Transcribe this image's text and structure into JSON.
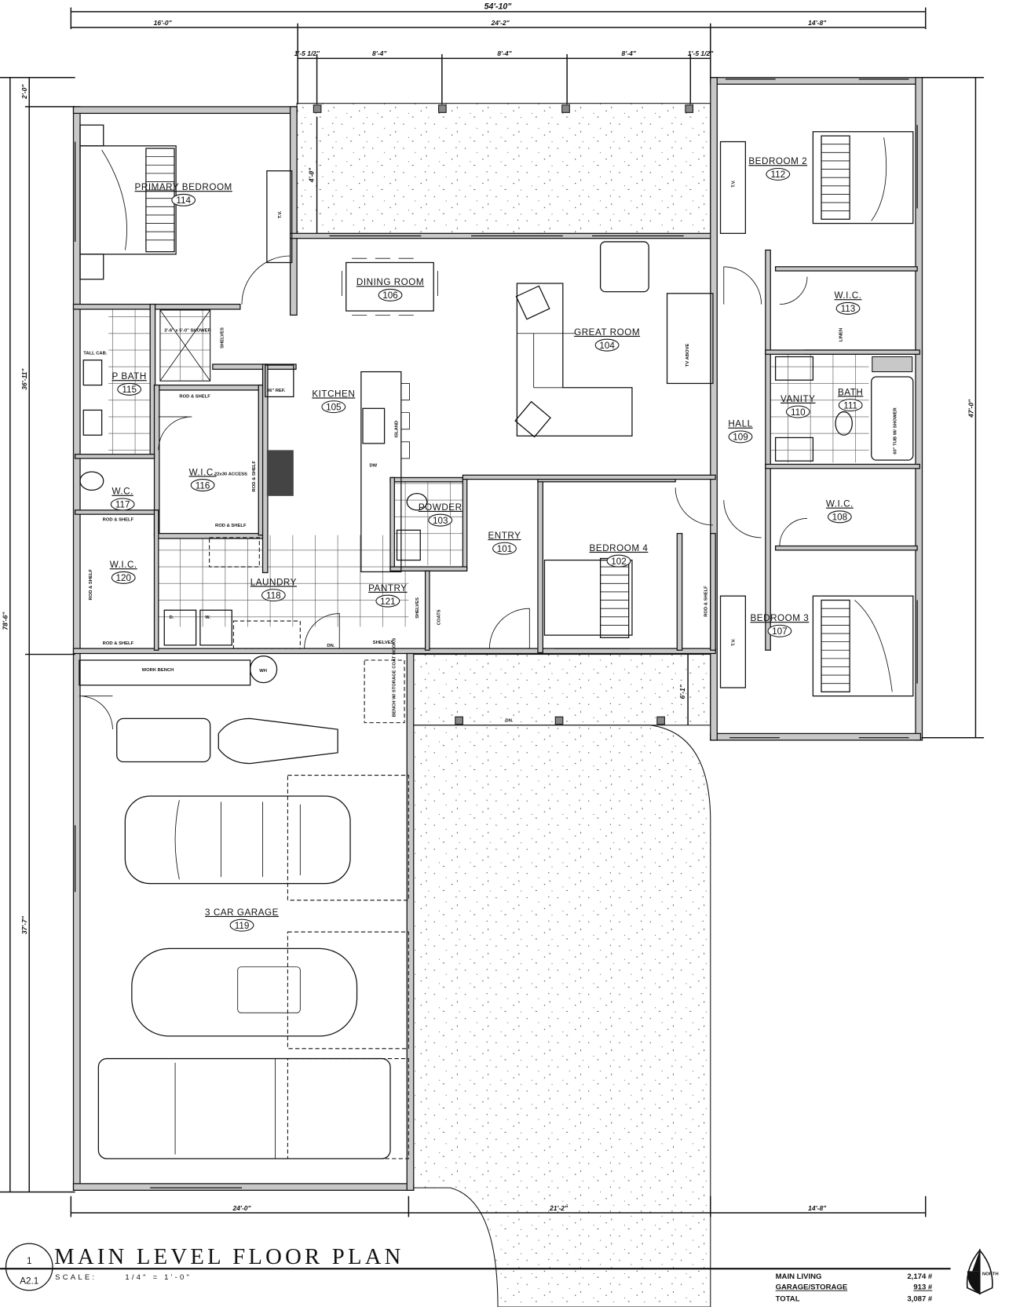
{
  "title": {
    "number": "1",
    "sheet": "A2.1",
    "text": "MAIN LEVEL FLOOR PLAN",
    "scale_label": "SCALE:",
    "scale": "1/4\" = 1'-0\""
  },
  "dimensions": {
    "top_overall": "54'-10\"",
    "top": [
      "16'-0\"",
      "24'-2\"",
      "14'-8\""
    ],
    "porch": [
      "1'-5 1/2\"",
      "8'-4\"",
      "8'-4\"",
      "8'-4\"",
      "1'-5 1/2\""
    ],
    "porch_depth": "4'-0\"",
    "entry_porch_depth": "6'-1\"",
    "left_overall": "78'-6\"",
    "left": [
      "2'-0\"",
      "36'-11\"",
      "37'-7\""
    ],
    "right": "47'-0\"",
    "bottom": [
      "24'-0\"",
      "21'-2\"",
      "14'-8\""
    ]
  },
  "rooms": [
    {
      "name": "PRIMARY BEDROOM",
      "number": "114"
    },
    {
      "name": "DINING ROOM",
      "number": "106"
    },
    {
      "name": "GREAT ROOM",
      "number": "104"
    },
    {
      "name": "BEDROOM 2",
      "number": "112"
    },
    {
      "name": "W.I.C.",
      "number": "113"
    },
    {
      "name": "HALL",
      "number": "109"
    },
    {
      "name": "VANITY",
      "number": "110"
    },
    {
      "name": "BATH",
      "number": "111"
    },
    {
      "name": "KITCHEN",
      "number": "105"
    },
    {
      "name": "P BATH",
      "number": "115"
    },
    {
      "name": "W.I.C.",
      "number": "116"
    },
    {
      "name": "W.C.",
      "number": "117"
    },
    {
      "name": "W.I.C.",
      "number": "120"
    },
    {
      "name": "LAUNDRY",
      "number": "118"
    },
    {
      "name": "PANTRY",
      "number": "121"
    },
    {
      "name": "POWDER",
      "number": "103"
    },
    {
      "name": "ENTRY",
      "number": "101"
    },
    {
      "name": "BEDROOM 4",
      "number": "102"
    },
    {
      "name": "W.I.C.",
      "number": "108"
    },
    {
      "name": "BEDROOM 3",
      "number": "107"
    },
    {
      "name": "3 CAR GARAGE",
      "number": "119"
    }
  ],
  "notes": [
    "TALL CAB.",
    "3'-6\" x 5'-0\" SHOWER",
    "SHELVES",
    "ROD & SHELF",
    "22x30 ACCESS",
    "ROD & SHELF",
    "ROD & SHELF",
    "ROD & SHELF",
    "ROD & SHELF",
    "ROD & SHELF",
    "36\" REF.",
    "ISLAND",
    "DW",
    "T.V.",
    "T.V.",
    "T.V.",
    "TV ABOVE",
    "LINEN",
    "COATS",
    "SHELVES",
    "SHELVES",
    "DN.",
    "DN.",
    "WORK BENCH",
    "WH",
    "D.",
    "W.",
    "ROD & SHELF",
    "60\" TUB W/ SHOWER",
    "BENCH W/ STORAGE COAT HOOKS"
  ],
  "areas": [
    {
      "label": "MAIN LIVING",
      "value": "2,174 #"
    },
    {
      "label": "GARAGE/STORAGE",
      "value": "913 #"
    },
    {
      "label": "TOTAL",
      "value": "3,087 #"
    }
  ],
  "north": "NORTH"
}
